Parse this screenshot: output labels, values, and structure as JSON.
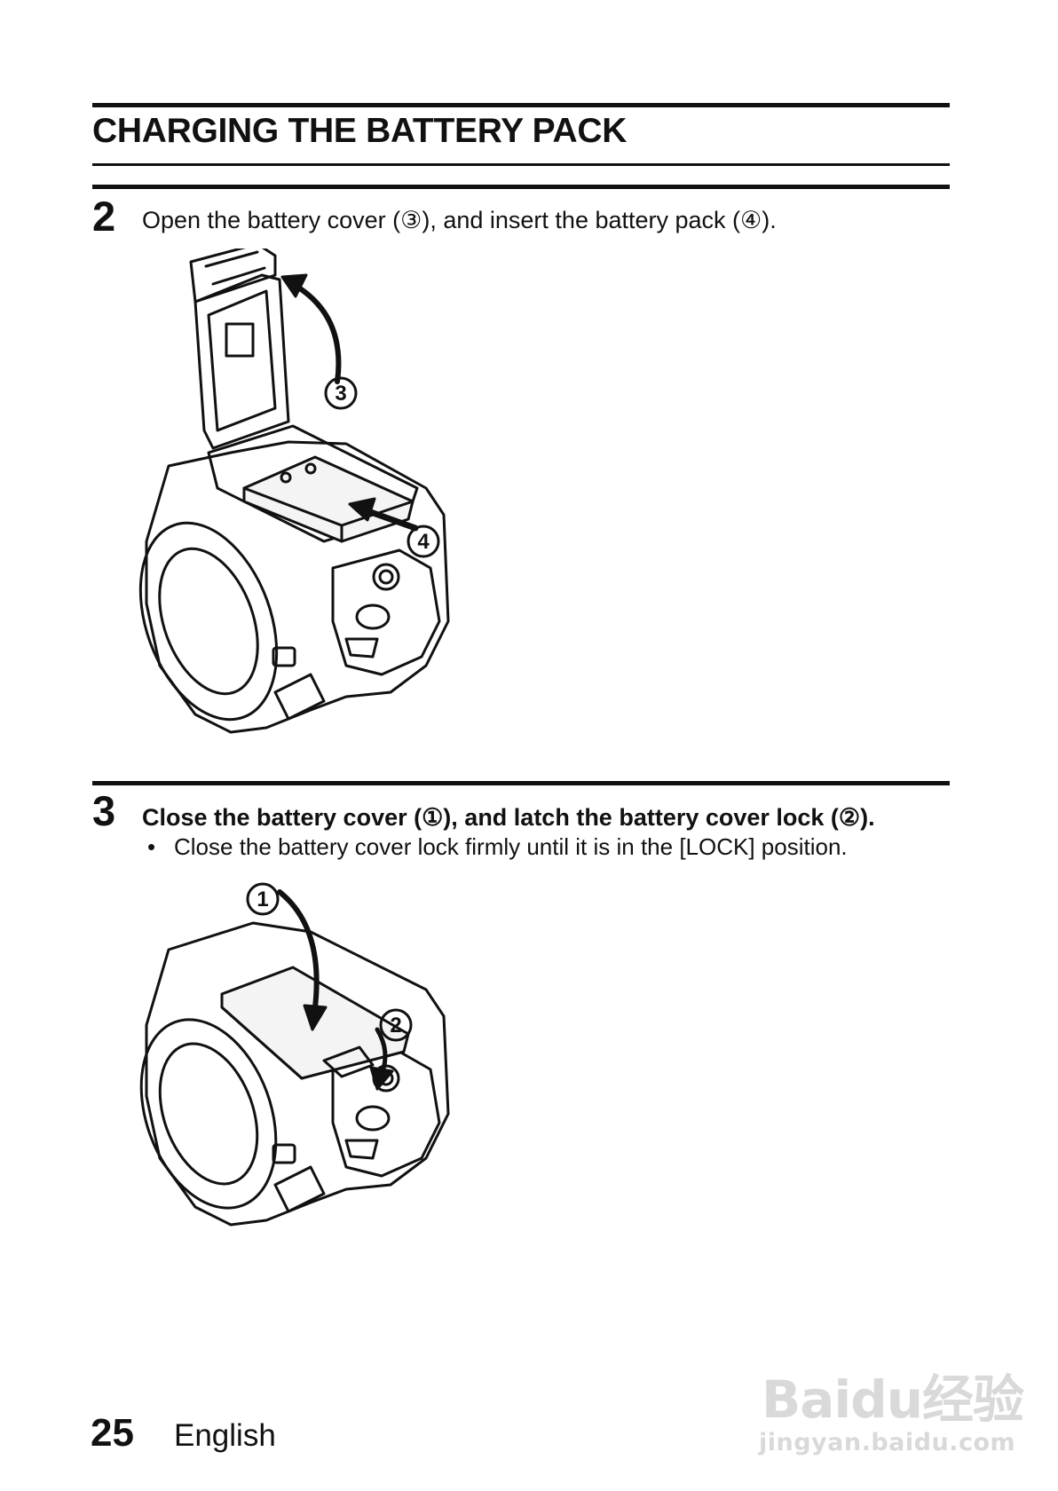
{
  "section": {
    "title": "CHARGING THE BATTERY PACK"
  },
  "step2": {
    "number": "2",
    "text": "Open the battery cover (③), and insert the battery pack (④).",
    "callout_cover": "3",
    "callout_battery": "4"
  },
  "step3": {
    "number": "3",
    "text": "Close the battery cover (①), and latch the battery cover lock (②).",
    "bullet": "Close the battery cover lock firmly until it is in the [LOCK] position.",
    "callout_cover": "1",
    "callout_lock": "2"
  },
  "footer": {
    "page_number": "25",
    "language": "English"
  },
  "watermark": {
    "brand": "Bai​du经验",
    "url": "jingyan.baidu.com"
  }
}
